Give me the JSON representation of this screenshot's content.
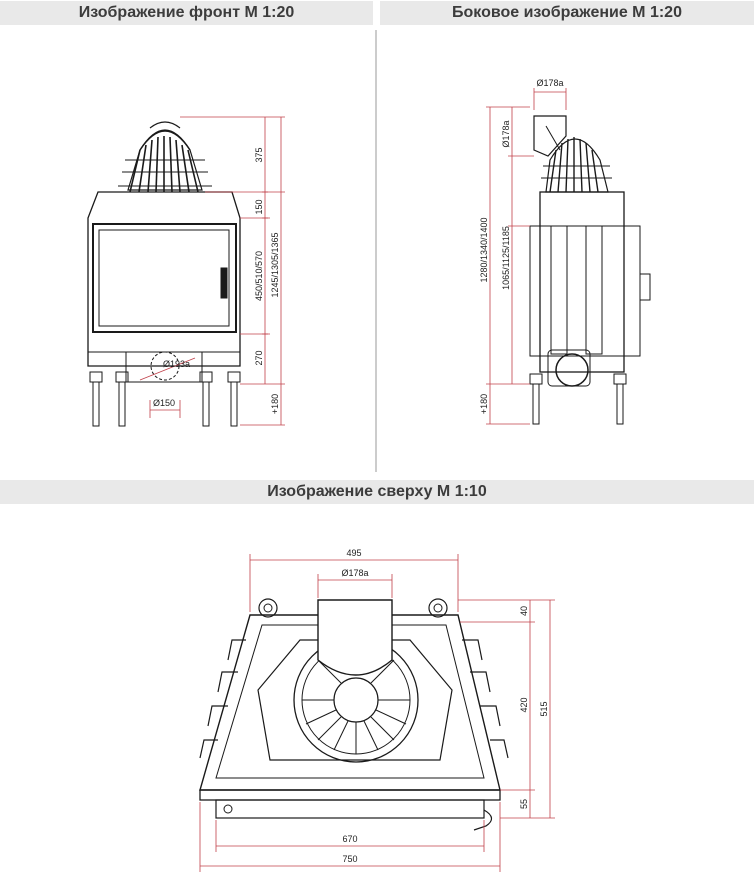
{
  "headers": {
    "front": "Изображение фронт М 1:20",
    "side": "Боковое изображение М 1:20",
    "top": "Изображение сверху М 1:10"
  },
  "front_view": {
    "dims": {
      "h375": "375",
      "h150": "150",
      "h_glass": "450/510/570",
      "h_total": "1245/1305/1365",
      "h270": "270",
      "h180": "+180",
      "flue": "Ø193a",
      "air": "Ø150"
    }
  },
  "side_view": {
    "dims": {
      "flue_top": "Ø178a",
      "flue_side": "Ø178a",
      "h_total": "1280/1340/1400",
      "h_mid": "1065/1125/1185",
      "h180": "+180"
    }
  },
  "top_view": {
    "dims": {
      "w495": "495",
      "flue": "Ø178a",
      "d40": "40",
      "d420": "420",
      "d515": "515",
      "d55": "55",
      "w670": "670",
      "w750": "750"
    }
  },
  "colors": {
    "dimension_line": "#c0404a",
    "drawing_line": "#1a1a1a",
    "header_bg": "#e9e9e9"
  }
}
